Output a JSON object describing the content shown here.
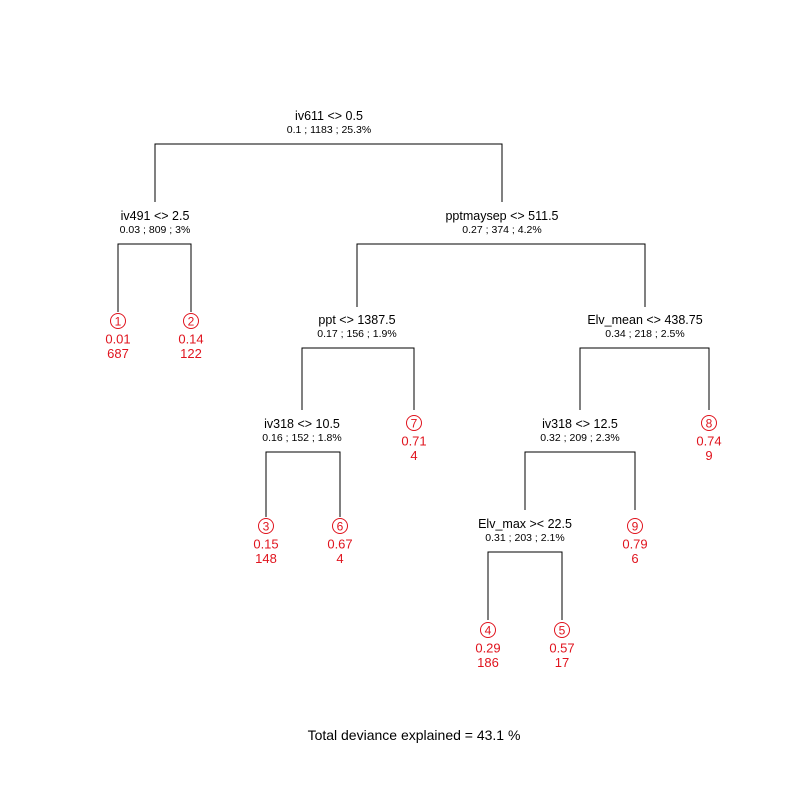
{
  "tree": {
    "footer": "Total deviance explained = 43.1 %",
    "colors": {
      "split": "#000000",
      "leaf": "#e0141e",
      "line": "#000000",
      "background": "#ffffff"
    },
    "splits": [
      {
        "id": "root",
        "label": "iv611 <> 0.5",
        "stats": "0.1 ; 1183 ; 25.3%"
      },
      {
        "id": "iv491",
        "label": "iv491 <> 2.5",
        "stats": "0.03 ; 809 ; 3%"
      },
      {
        "id": "pptmaysep",
        "label": "pptmaysep <> 511.5",
        "stats": "0.27 ; 374 ; 4.2%"
      },
      {
        "id": "ppt",
        "label": "ppt <> 1387.5",
        "stats": "0.17 ; 156 ; 1.9%"
      },
      {
        "id": "elv-mean",
        "label": "Elv_mean <> 438.75",
        "stats": "0.34 ; 218 ; 2.5%"
      },
      {
        "id": "iv318-a",
        "label": "iv318 <> 10.5",
        "stats": "0.16 ; 152 ; 1.8%"
      },
      {
        "id": "iv318-b",
        "label": "iv318 <> 12.5",
        "stats": "0.32 ; 209 ; 2.3%"
      },
      {
        "id": "elv-max",
        "label": "Elv_max >< 22.5",
        "stats": "0.31 ; 203 ; 2.1%"
      }
    ],
    "leaves": [
      {
        "number": "1",
        "value": "0.01",
        "count": "687"
      },
      {
        "number": "2",
        "value": "0.14",
        "count": "122"
      },
      {
        "number": "3",
        "value": "0.15",
        "count": "148"
      },
      {
        "number": "6",
        "value": "0.67",
        "count": "4"
      },
      {
        "number": "7",
        "value": "0.71",
        "count": "4"
      },
      {
        "number": "4",
        "value": "0.29",
        "count": "186"
      },
      {
        "number": "5",
        "value": "0.57",
        "count": "17"
      },
      {
        "number": "9",
        "value": "0.79",
        "count": "6"
      },
      {
        "number": "8",
        "value": "0.74",
        "count": "9"
      }
    ]
  }
}
